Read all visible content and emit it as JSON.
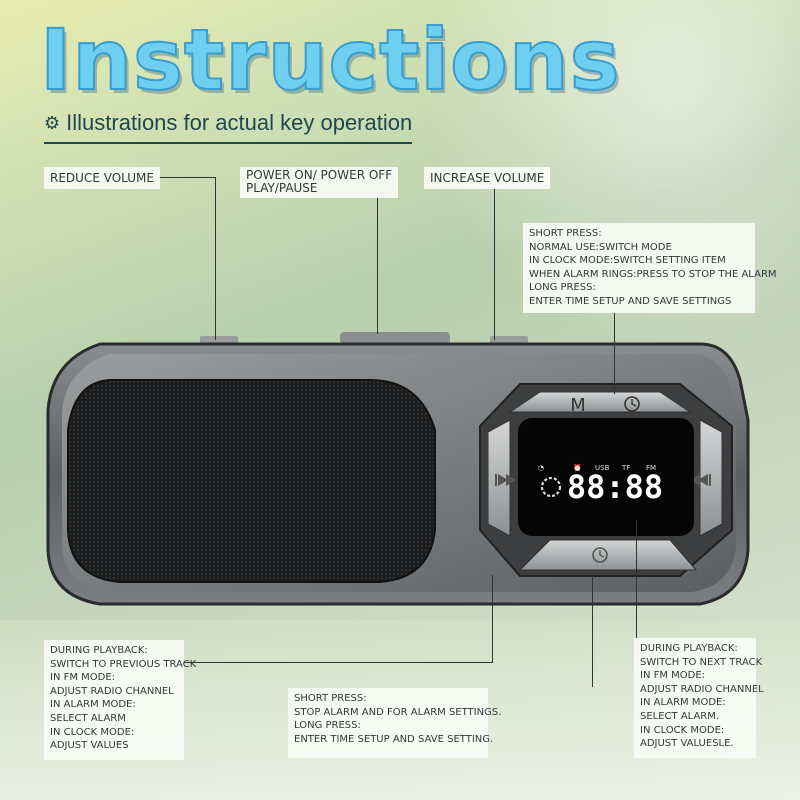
{
  "title": "Instructions",
  "subtitle": "Illustrations for actual key operation",
  "icons": {
    "subtitle_icon": "gear-icon",
    "prev_button": "skip-previous-icon",
    "next_button": "skip-next-icon",
    "clock_button": "clock-icon",
    "bottom_button": "clock-icon"
  },
  "colors": {
    "title": "#6ecff0",
    "title_outline": "#3a9dd0",
    "text_dark": "#22474f",
    "device_body": "#6f7274",
    "display_digits": "#ffffff"
  },
  "labels": {
    "reduce_volume": "REDUCE VOLUME",
    "power": [
      "POWER ON/ POWER OFF",
      "PLAY/PAUSE"
    ],
    "increase_volume": "INCREASE VOLUME",
    "mode_button": [
      "SHORT PRESS:",
      "NORMAL USE:SWITCH MODE",
      "IN CLOCK MODE:SWITCH SETTING ITEM",
      "WHEN ALARM RINGS:PRESS TO STOP THE ALARM",
      "LONG PRESS:",
      "ENTER TIME SETUP AND SAVE SETTINGS"
    ],
    "prev_button": [
      "DURING PLAYBACK:",
      "SWITCH TO PREVIOUS TRACK",
      "IN FM MODE:",
      "ADJUST RADIO CHANNEL",
      "IN ALARM MODE:",
      "SELECT ALARM",
      "IN CLOCK MODE:",
      "ADJUST VALUES"
    ],
    "alarm_button": [
      "SHORT PRESS:",
      "STOP ALARM AND FOR ALARM SETTINGS.",
      "LONG PRESS:",
      "ENTER TIME SETUP AND SAVE SETTING."
    ],
    "next_button": [
      "DURING PLAYBACK:",
      "SWITCH TO NEXT TRACK",
      "IN FM MODE:",
      "ADJUST RADIO CHANNEL",
      "IN ALARM MODE:",
      "SELECT ALARM.",
      "IN CLOCK MODE:",
      "ADJUST VALUESLE."
    ]
  },
  "device": {
    "mode_key": "M",
    "display_indicators": [
      "USB",
      "TF",
      "FM"
    ],
    "display_digits": "88:88"
  }
}
